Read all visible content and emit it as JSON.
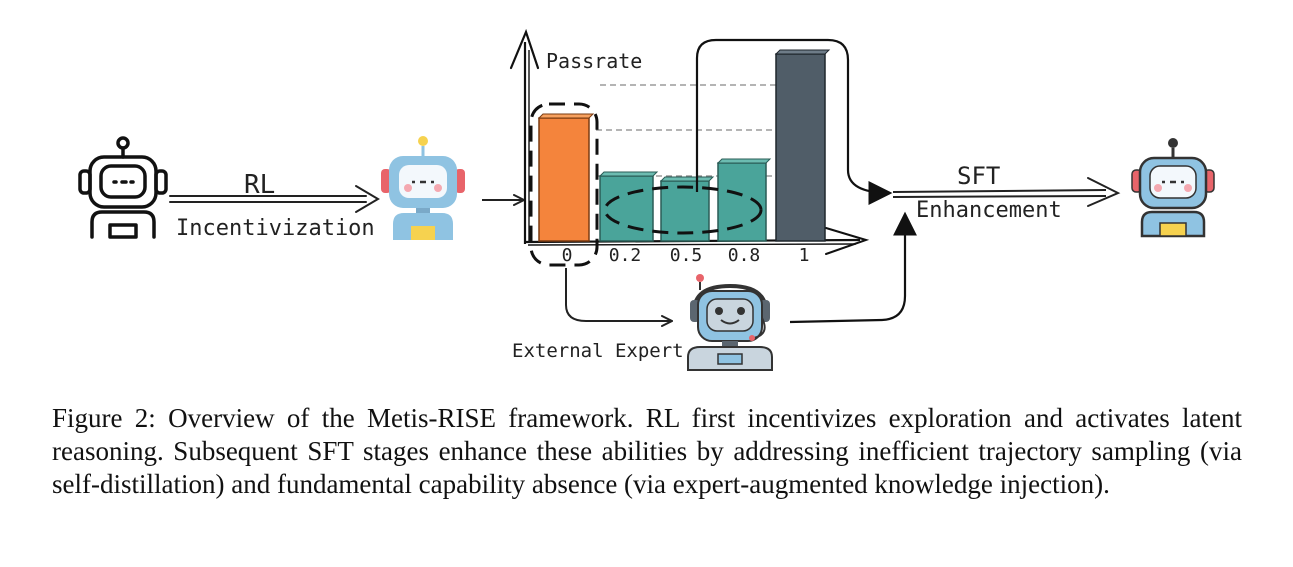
{
  "labels": {
    "rl": "RL",
    "incentivization": "Incentivization",
    "passrate": "Passrate",
    "sft": "SFT",
    "enhancement": "Enhancement",
    "external_expert": "External Expert"
  },
  "chart_data": {
    "type": "bar",
    "categories": [
      "0",
      "0.2",
      "0.5",
      "0.8",
      "1"
    ],
    "ylabel": "Passrate"
  },
  "caption": "Figure 2: Overview of the Metis-RISE framework. RL first incentivizes exploration and activates latent reasoning. Subsequent SFT stages enhance these abilities by addressing inefficient trajectory sampling (via self-distillation) and fundamental capability absence (via expert-augmented knowledge injection).",
  "colors": {
    "bar_zero": "#f4843c",
    "bar_mid": "#4aa49a",
    "bar_full": "#505d68",
    "robot_blue": "#8fc3e2",
    "robot_red": "#e8646a",
    "robot_yellow": "#f6d24f"
  }
}
